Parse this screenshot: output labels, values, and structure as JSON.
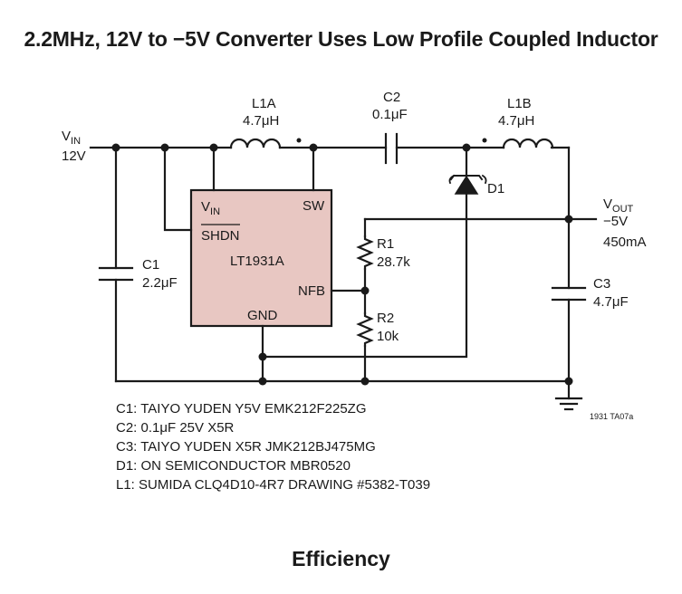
{
  "title": "2.2MHz, 12V to −5V Converter Uses Low Profile Coupled Inductor",
  "input": {
    "label_main": "V",
    "label_sub": "IN",
    "value": "12V"
  },
  "output": {
    "label_main": "V",
    "label_sub": "OUT",
    "voltage": "−5V",
    "current": "450mA"
  },
  "ic": {
    "name": "LT1931A",
    "pins": {
      "vin_main": "V",
      "vin_sub": "IN",
      "shdn": "SHDN",
      "sw": "SW",
      "nfb": "NFB",
      "gnd": "GND"
    }
  },
  "components": {
    "l1a": {
      "ref": "L1A",
      "value": "4.7μH"
    },
    "l1b": {
      "ref": "L1B",
      "value": "4.7μH"
    },
    "c1": {
      "ref": "C1",
      "value": "2.2μF"
    },
    "c2": {
      "ref": "C2",
      "value": "0.1μF"
    },
    "c3": {
      "ref": "C3",
      "value": "4.7μF"
    },
    "d1": {
      "ref": "D1"
    },
    "r1": {
      "ref": "R1",
      "value": "28.7k"
    },
    "r2": {
      "ref": "R2",
      "value": "10k"
    }
  },
  "figure_code": "1931 TA07a",
  "notes": [
    "C1: TAIYO YUDEN Y5V EMK212F225ZG",
    "C2: 0.1μF 25V X5R",
    "C3: TAIYO YUDEN X5R JMK212BJ475MG",
    "D1: ON SEMICONDUCTOR MBR0520",
    "L1: SUMIDA CLQ4D10-4R7 DRAWING #5382-T039"
  ],
  "footer": "Efficiency",
  "colors": {
    "ic_fill": "#e8c7c2",
    "ink": "#1a1a1a"
  }
}
